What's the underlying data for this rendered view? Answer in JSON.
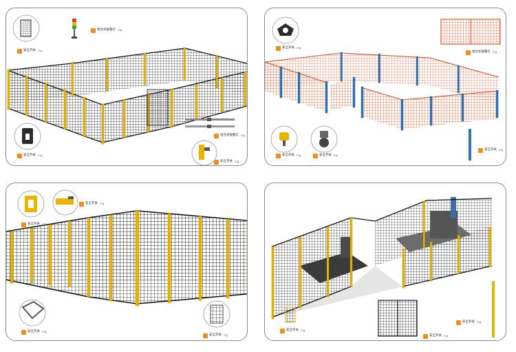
{
  "colors": {
    "frame": "#8a8a8a",
    "accent": "#f28c1e",
    "post_yellow": "#e8b400",
    "mesh_black": "#1b1b1b",
    "mesh_orange": "#e8562a",
    "post_blue": "#2f73b8"
  },
  "panels": [
    {
      "id": "top-left",
      "labels": {
        "safety_switch_a": "安全开关",
        "component_a": "组合式报警灯",
        "component_b": "组合式报警灯",
        "safety_switch_b": "安全开关",
        "safety_switch_c": "安全开关"
      },
      "unit": "mg"
    },
    {
      "id": "top-right",
      "labels": {
        "safety_switch_a": "安全开关",
        "component_a": "组合式报警灯",
        "safety_switch_b": "安全开关",
        "safety_switch_c": "安全开关",
        "safety_switch_d": "安全开关"
      },
      "unit": "mg"
    },
    {
      "id": "bottom-left",
      "labels": {
        "safety_switch_a": "安全开关",
        "safety_switch_b": "安全开关",
        "safety_switch_c": "安全开关",
        "safety_switch_d": "安全开关"
      },
      "unit": "mg"
    },
    {
      "id": "bottom-right",
      "labels": {
        "safety_switch_a": "安全开关",
        "safety_switch_b": "安全开关",
        "safety_switch_c": "安全开关"
      },
      "unit": "mg"
    }
  ]
}
